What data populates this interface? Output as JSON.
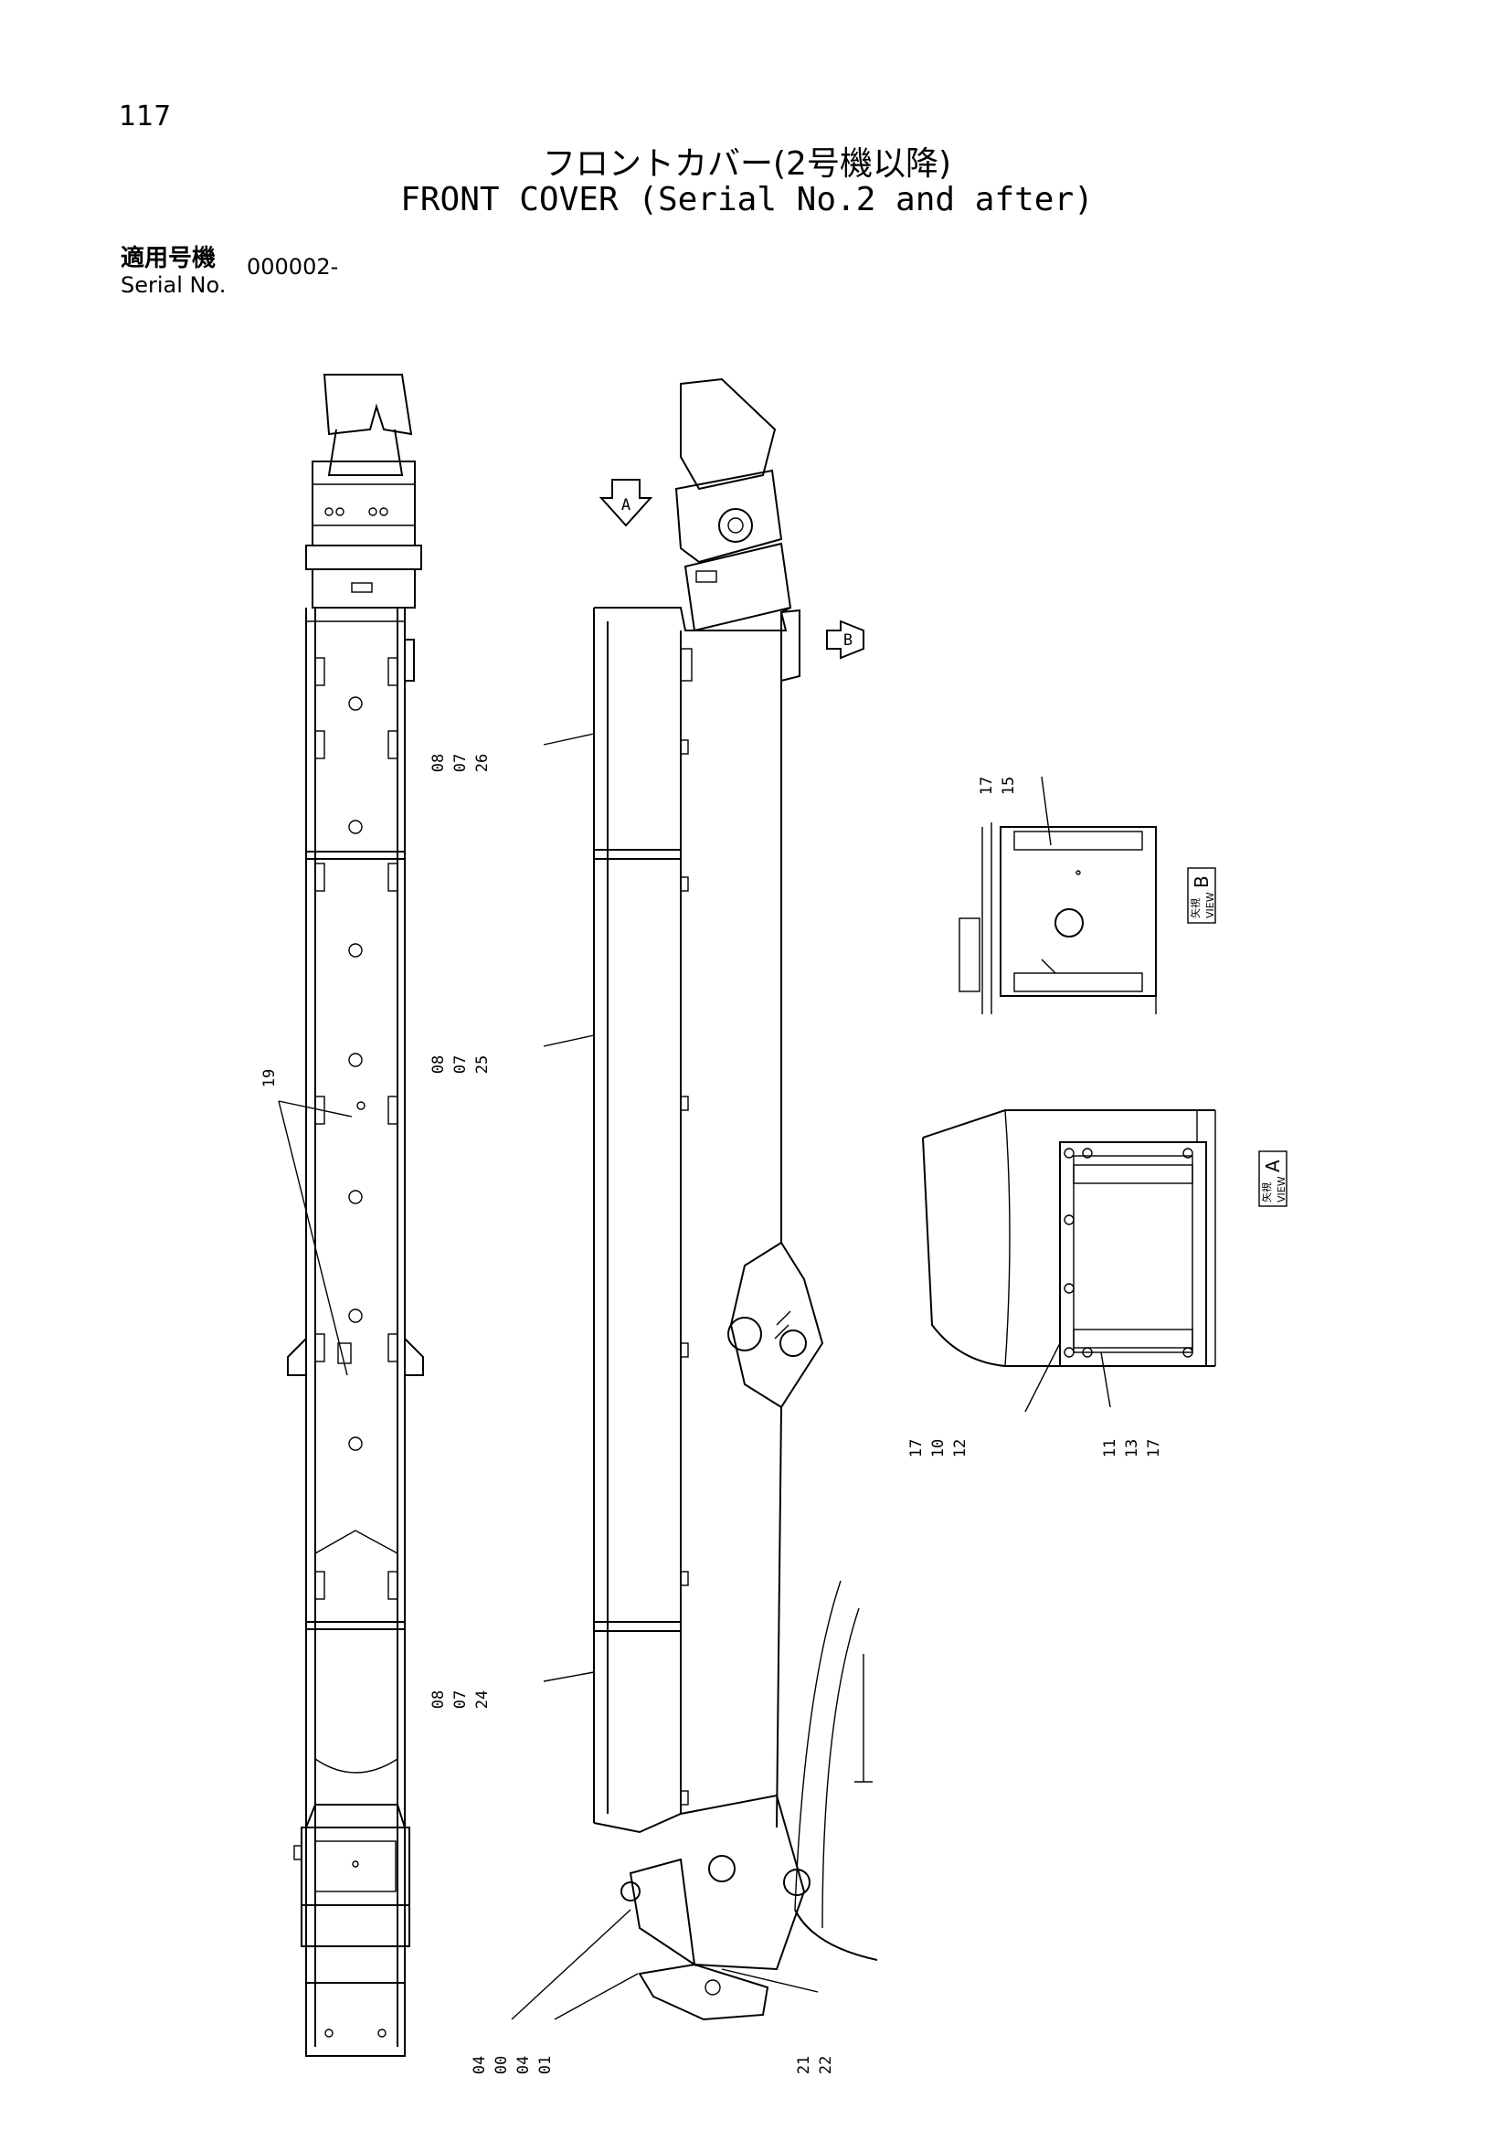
{
  "page_number": "117",
  "title_jp": "フロントカバー(2号機以降)",
  "title_en": "FRONT COVER (Serial No.2 and after)",
  "serial": {
    "label_jp": "適用号機",
    "label_en": "Serial No.",
    "value": "000002-"
  },
  "arrows": {
    "a": "A",
    "b": "B"
  },
  "views": {
    "b": {
      "jp": "矢視",
      "en": "VIEW",
      "letter": "B"
    },
    "a": {
      "jp": "矢視",
      "en": "VIEW",
      "letter": "A"
    }
  },
  "callouts": {
    "c1": [
      "08",
      "07",
      "26"
    ],
    "c2": [
      "08",
      "07",
      "25"
    ],
    "c3": [
      "08",
      "07",
      "24"
    ],
    "c4": [
      "19"
    ],
    "c5": [
      "04",
      "00"
    ],
    "c6": [
      "04",
      "01"
    ],
    "c7": [
      "21",
      "22"
    ],
    "c8": [
      "17",
      "15"
    ],
    "c9": [
      "17",
      "10",
      "12"
    ],
    "c10": [
      "11",
      "13",
      "17"
    ]
  }
}
